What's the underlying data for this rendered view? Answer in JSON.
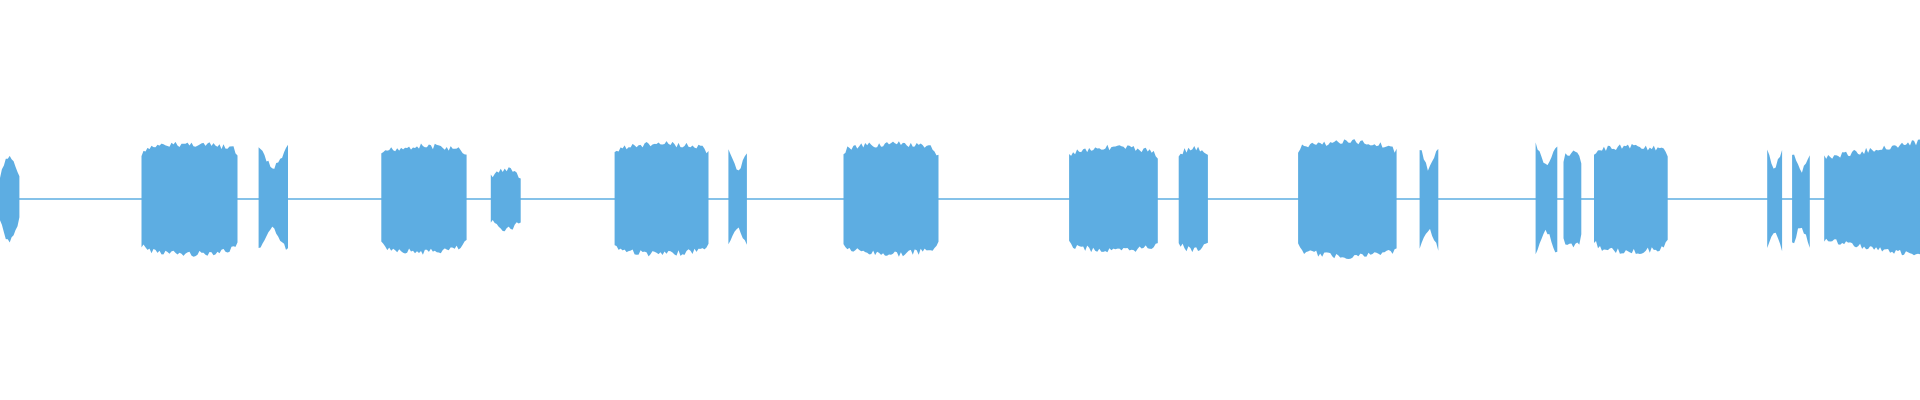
{
  "waveform": {
    "color": "#5DADE2",
    "segments": [
      {
        "start": 0.0,
        "end": 0.0101,
        "amp": 0.38,
        "shape": "burst"
      },
      {
        "start": 0.0737,
        "end": 0.1237,
        "amp": 0.5,
        "shape": "block"
      },
      {
        "start": 0.1347,
        "end": 0.15,
        "amp": 0.47,
        "shape": "flare"
      },
      {
        "start": 0.1986,
        "end": 0.243,
        "amp": 0.48,
        "shape": "block"
      },
      {
        "start": 0.2556,
        "end": 0.2712,
        "amp": 0.27,
        "shape": "small"
      },
      {
        "start": 0.3201,
        "end": 0.369,
        "amp": 0.5,
        "shape": "block"
      },
      {
        "start": 0.3794,
        "end": 0.389,
        "amp": 0.43,
        "shape": "flare"
      },
      {
        "start": 0.4393,
        "end": 0.4888,
        "amp": 0.5,
        "shape": "block"
      },
      {
        "start": 0.5568,
        "end": 0.603,
        "amp": 0.47,
        "shape": "block"
      },
      {
        "start": 0.6139,
        "end": 0.6291,
        "amp": 0.46,
        "shape": "block"
      },
      {
        "start": 0.6761,
        "end": 0.7274,
        "amp": 0.52,
        "shape": "block"
      },
      {
        "start": 0.7394,
        "end": 0.7491,
        "amp": 0.47,
        "shape": "flare"
      },
      {
        "start": 0.7998,
        "end": 0.8111,
        "amp": 0.5,
        "shape": "flare"
      },
      {
        "start": 0.8143,
        "end": 0.8236,
        "amp": 0.42,
        "shape": "block"
      },
      {
        "start": 0.8302,
        "end": 0.8686,
        "amp": 0.48,
        "shape": "block"
      },
      {
        "start": 0.9204,
        "end": 0.9282,
        "amp": 0.47,
        "shape": "flare"
      },
      {
        "start": 0.9334,
        "end": 0.9426,
        "amp": 0.42,
        "shape": "flare"
      },
      {
        "start": 0.9501,
        "end": 1.0,
        "amp": 0.52,
        "shape": "ramp"
      }
    ]
  }
}
